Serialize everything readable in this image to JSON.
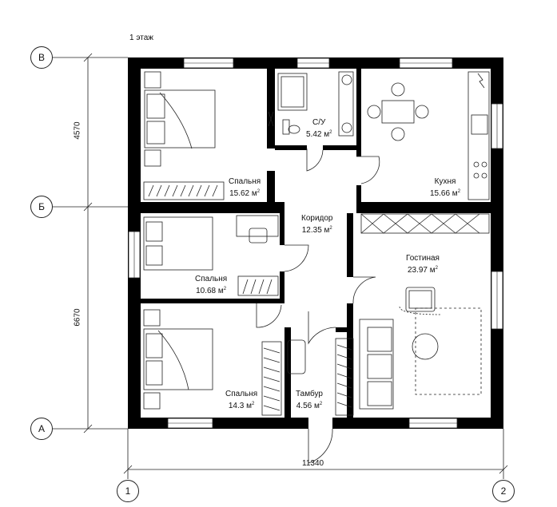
{
  "plan": {
    "floor_title": "1 этаж",
    "axes": {
      "row_top": "В",
      "row_mid": "Б",
      "row_bottom": "А",
      "col_left": "1",
      "col_right": "2"
    },
    "dimensions": {
      "left_upper": "4570",
      "left_lower": "6670",
      "bottom": "11340"
    },
    "rooms": [
      {
        "name": "Спальня",
        "area": "15.62 м"
      },
      {
        "name": "С/У",
        "area": "5.42 м"
      },
      {
        "name": "Кухня",
        "area": "15.66 м"
      },
      {
        "name": "Коридор",
        "area": "12.35 м"
      },
      {
        "name": "Спальня",
        "area": "10.68 м"
      },
      {
        "name": "Гостиная",
        "area": "23.97 м"
      },
      {
        "name": "Спальня",
        "area": "14.3 м"
      },
      {
        "name": "Тамбур",
        "area": "4.56 м"
      }
    ],
    "area_unit_exp": "2",
    "colors": {
      "wall": "#000000",
      "line": "#222222",
      "background": "#ffffff"
    }
  }
}
